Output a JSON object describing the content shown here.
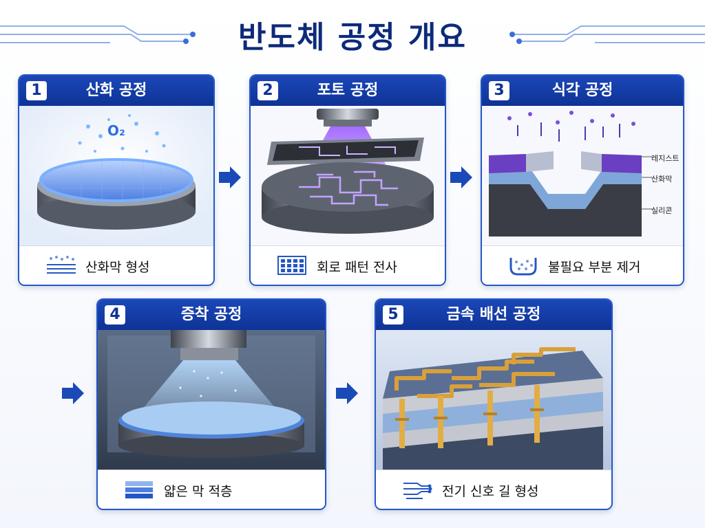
{
  "title": "반도체 공정 개요",
  "steps": [
    {
      "num": "1",
      "label": "산화 공정",
      "footer": "산화막 형성",
      "o2": "O₂"
    },
    {
      "num": "2",
      "label": "포토 공정",
      "footer": "회로 패턴 전사"
    },
    {
      "num": "3",
      "label": "식각 공정",
      "footer": "불필요 부분 제거",
      "layers": [
        "레지스트",
        "산화막",
        "실리콘"
      ]
    },
    {
      "num": "4",
      "label": "증착 공정",
      "footer": "얇은 막 적층"
    },
    {
      "num": "5",
      "label": "금속 배선 공정",
      "footer": "전기 신호 길 형성"
    }
  ],
  "colors": {
    "primary": "#0f3396",
    "accent": "#2457c5",
    "resist": "#6b3fc1",
    "oxide": "#7fa6d8",
    "metal": "#d9a03a"
  }
}
